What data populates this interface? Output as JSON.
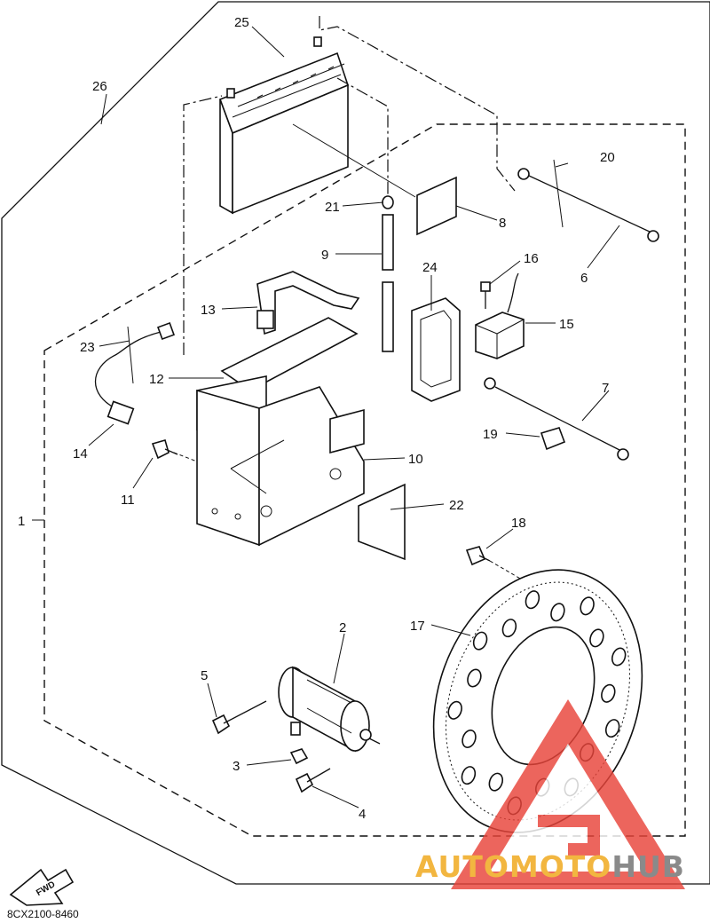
{
  "diagram": {
    "part_code": "8CX2100-8460",
    "fwd_label": "FWD",
    "callouts": [
      {
        "id": "c1",
        "text": "1"
      },
      {
        "id": "c2",
        "text": "2"
      },
      {
        "id": "c3",
        "text": "3"
      },
      {
        "id": "c4",
        "text": "4"
      },
      {
        "id": "c5",
        "text": "5"
      },
      {
        "id": "c6",
        "text": "6"
      },
      {
        "id": "c7",
        "text": "7"
      },
      {
        "id": "c8",
        "text": "8"
      },
      {
        "id": "c9",
        "text": "9"
      },
      {
        "id": "c10",
        "text": "10"
      },
      {
        "id": "c11",
        "text": "11"
      },
      {
        "id": "c12",
        "text": "12"
      },
      {
        "id": "c13",
        "text": "13"
      },
      {
        "id": "c14",
        "text": "14"
      },
      {
        "id": "c15",
        "text": "15"
      },
      {
        "id": "c16",
        "text": "16"
      },
      {
        "id": "c17",
        "text": "17"
      },
      {
        "id": "c18",
        "text": "18"
      },
      {
        "id": "c19",
        "text": "19"
      },
      {
        "id": "c20",
        "text": "20"
      },
      {
        "id": "c21",
        "text": "21"
      },
      {
        "id": "c22",
        "text": "22"
      },
      {
        "id": "c23",
        "text": "23"
      },
      {
        "id": "c24",
        "text": "24"
      },
      {
        "id": "c25",
        "text": "25"
      },
      {
        "id": "c26",
        "text": "26"
      }
    ]
  },
  "watermark": {
    "part1": "AUTOMOTO",
    "part2": "HUB",
    "color1": "#f2b640",
    "color2": "#8a8a8a",
    "triangle_color": "#e8443a"
  }
}
